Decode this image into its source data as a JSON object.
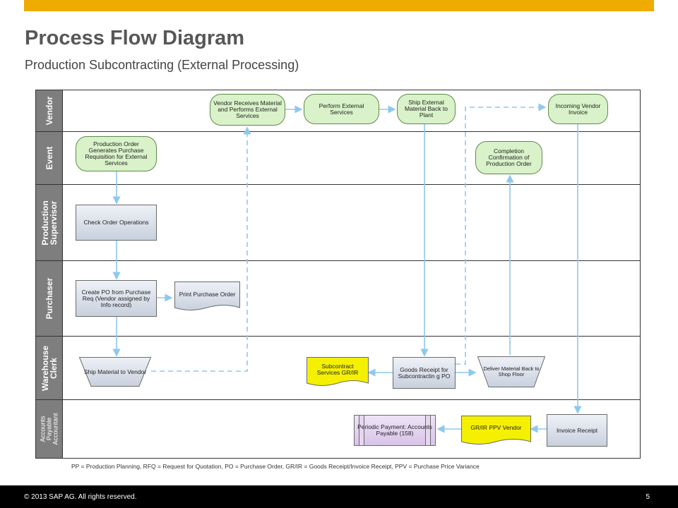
{
  "title": "Process Flow Diagram",
  "subtitle": "Production Subcontracting (External Processing)",
  "lanes": [
    {
      "label": "Vendor"
    },
    {
      "label": "Event"
    },
    {
      "label": "Production Supervisor",
      "line1": "Production",
      "line2": "Supervisor"
    },
    {
      "label": "Purchaser"
    },
    {
      "label": "Warehouse Clerk",
      "line1": "Warehouse",
      "line2": "Clerk"
    },
    {
      "label": "Accounts Payable Accountant",
      "line1": "Accounts",
      "line2": "Payable",
      "line3": "Accountant"
    }
  ],
  "nodes": {
    "vendor_receives": "Vendor Receives Material and Performs External Services",
    "perform_external": "Perform External Services",
    "ship_back": "Ship External Material Back to Plant",
    "incoming_invoice": "Incoming Vendor Invoice",
    "production_order": "Production Order Generates Purchase Requisition for External Services",
    "completion": "Completion Confirmation of Production Order",
    "check_order": "Check Order Operations",
    "create_po": "Create PO from Purchase Req (Vendor assigned by Info record)",
    "print_po": "Print Purchase Order",
    "ship_material": "Ship Material to Vendor",
    "subcontract_grir": "Subcontract Services GR/IR",
    "goods_receipt": "Goods Receipt for Subcontractin g PO",
    "deliver_material": "Deliver Material Back to Shop Floor",
    "periodic_payment": "Periodic Payment: Accounts Payable (158)",
    "grir_ppv": "GR/IR PPV Vendor",
    "invoice_receipt": "Invoice Receipt"
  },
  "footnote": "PP = Production Planning, RFQ = Request for Quotation, PO = Purchase Order, GR/IR = Goods Receipt/Invoice Receipt, PPV = Purchase Price Variance",
  "footer": {
    "copyright": "© 2013 SAP AG. All rights reserved.",
    "page": "5"
  },
  "colors": {
    "accent_bar": "#f0ab00",
    "event_fill": "#d9f2c9",
    "connector": "#8ec8ee",
    "doc_yellow": "#f5f000",
    "lane_label": "#7e7e7e"
  }
}
